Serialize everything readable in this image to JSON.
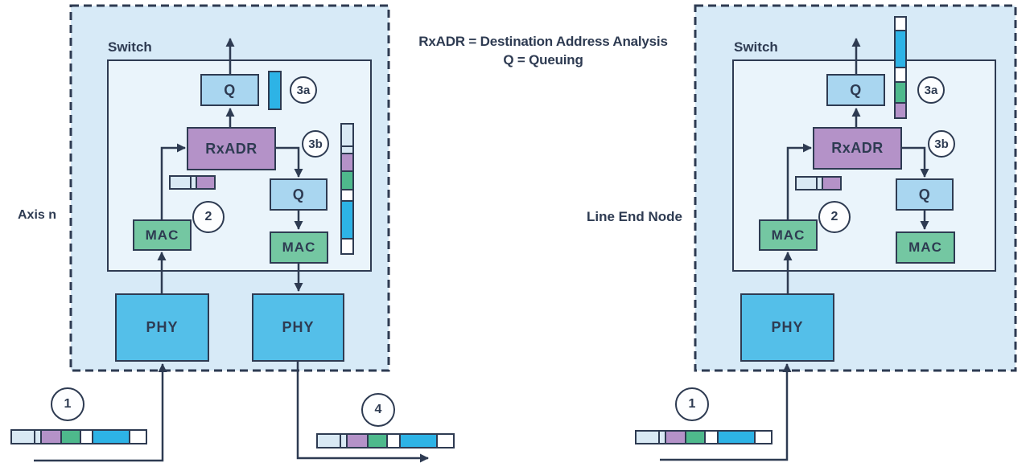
{
  "palette": {
    "ink": "#2e3b52",
    "outer_fill": "#d7eaf7",
    "inner_fill": "#eaf4fb",
    "q_fill": "#a9d6f0",
    "rxadr_fill": "#b492c8",
    "mac_fill": "#74c7a2",
    "phy_fill": "#54bfe9",
    "seg_pale": "#d9e9f4",
    "seg_purple": "#b492c8",
    "seg_green": "#4eb98c",
    "seg_white": "#ffffff",
    "seg_cyan": "#2db3e6"
  },
  "legend": {
    "line1": "RxADR = Destination Address Analysis",
    "line2": "Q = Queuing"
  },
  "groups": {
    "axis": {
      "node_label": "Axis n",
      "switch_label": "Switch",
      "blocks": {
        "q_top": "Q",
        "rxadr": "RxADR",
        "q_egress": "Q",
        "mac_ingress": "MAC",
        "mac_egress": "MAC",
        "phy_ingress": "PHY",
        "phy_egress": "PHY"
      },
      "badges": {
        "step1": "1",
        "step2": "2",
        "step3a": "3a",
        "step3b": "3b",
        "step4": "4"
      }
    },
    "line_end": {
      "node_label": "Line End Node",
      "switch_label": "Switch",
      "blocks": {
        "q_top": "Q",
        "rxadr": "RxADR",
        "q_egress": "Q",
        "mac_ingress": "MAC",
        "mac_egress": "MAC",
        "phy_ingress": "PHY"
      },
      "badges": {
        "step1": "1",
        "step2": "2",
        "step3a": "3a",
        "step3b": "3b"
      }
    }
  },
  "frames": {
    "frame_full": {
      "segments": [
        {
          "color": "seg_pale",
          "size": 28
        },
        {
          "color": "seg_pale",
          "size": 6
        },
        {
          "color": "seg_purple",
          "size": 24
        },
        {
          "color": "seg_green",
          "size": 23
        },
        {
          "color": "seg_white",
          "size": 14
        },
        {
          "color": "seg_cyan",
          "size": 45
        },
        {
          "color": "seg_white",
          "size": 20
        }
      ]
    },
    "frame_partial": {
      "segments": [
        {
          "color": "seg_pale",
          "size": 27
        },
        {
          "color": "seg_pale",
          "size": 6
        },
        {
          "color": "seg_purple",
          "size": 23
        }
      ]
    },
    "frame_full_vertical": {
      "segments": [
        {
          "color": "seg_pale",
          "size": 26
        },
        {
          "color": "seg_pale",
          "size": 7
        },
        {
          "color": "seg_purple",
          "size": 20
        },
        {
          "color": "seg_green",
          "size": 21
        },
        {
          "color": "seg_white",
          "size": 13
        },
        {
          "color": "seg_cyan",
          "size": 45
        },
        {
          "color": "seg_white",
          "size": 17
        }
      ]
    },
    "frame_queued_fragment": {
      "segments": [
        {
          "color": "seg_cyan",
          "size": 49
        }
      ]
    },
    "frame_egress_vertical": {
      "segments": [
        {
          "color": "seg_white",
          "size": 16
        },
        {
          "color": "seg_cyan",
          "size": 46
        },
        {
          "color": "seg_white",
          "size": 17
        },
        {
          "color": "seg_green",
          "size": 25
        },
        {
          "color": "seg_purple",
          "size": 18
        }
      ]
    }
  }
}
